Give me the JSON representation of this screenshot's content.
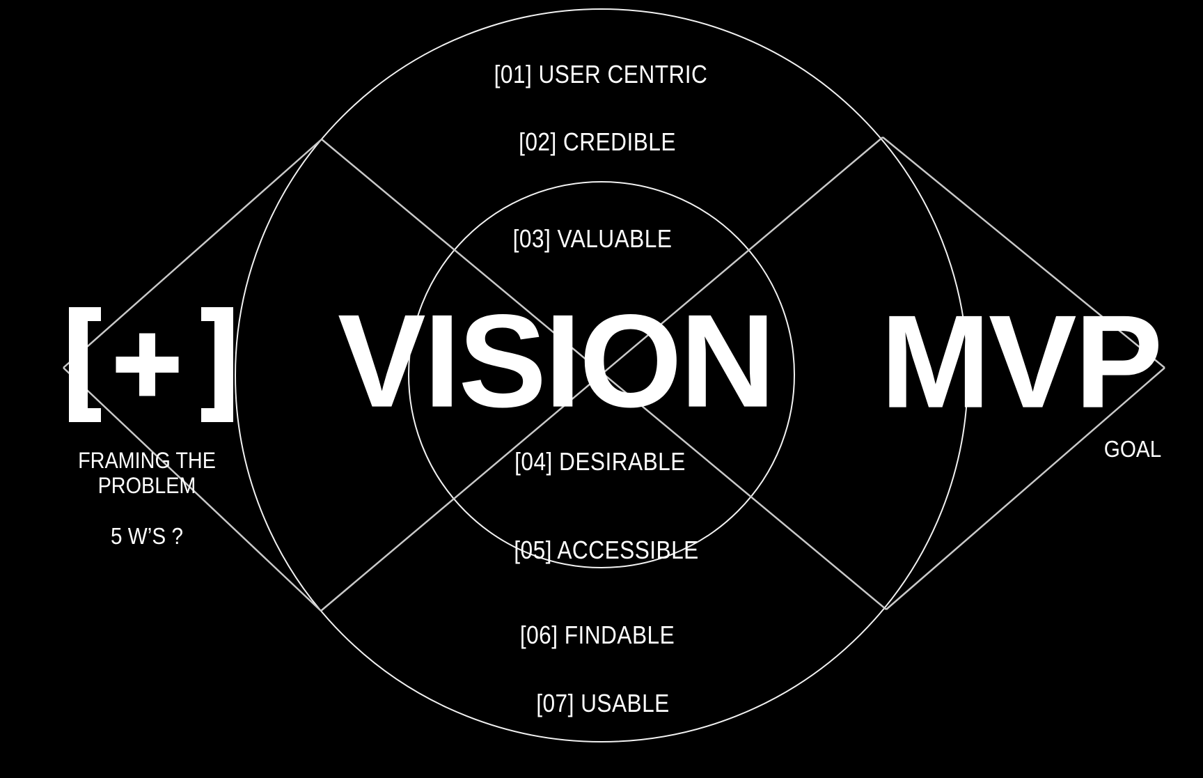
{
  "canvas": {
    "background": "#000000",
    "text_color": "#ffffff",
    "line_color": "#c9c9c9",
    "circle_color": "#f2f2f2"
  },
  "center_title": {
    "text": "VISION"
  },
  "right_title": {
    "text": "MVP"
  },
  "goal": {
    "label": "GOAL"
  },
  "framing": {
    "icon": "bracket-plus-icon",
    "heading_line1": "FRAMING THE",
    "heading_line2": "PROBLEM",
    "question": "5 W’S ?"
  },
  "criteria": [
    {
      "text": "[01] USER CENTRIC"
    },
    {
      "text": "[02] CREDIBLE"
    },
    {
      "text": "[03] VALUABLE"
    },
    {
      "text": "[04] DESIRABLE"
    },
    {
      "text": "[05] ACCESSIBLE"
    },
    {
      "text": "[06] FINDABLE"
    },
    {
      "text": "[07] USABLE"
    }
  ]
}
